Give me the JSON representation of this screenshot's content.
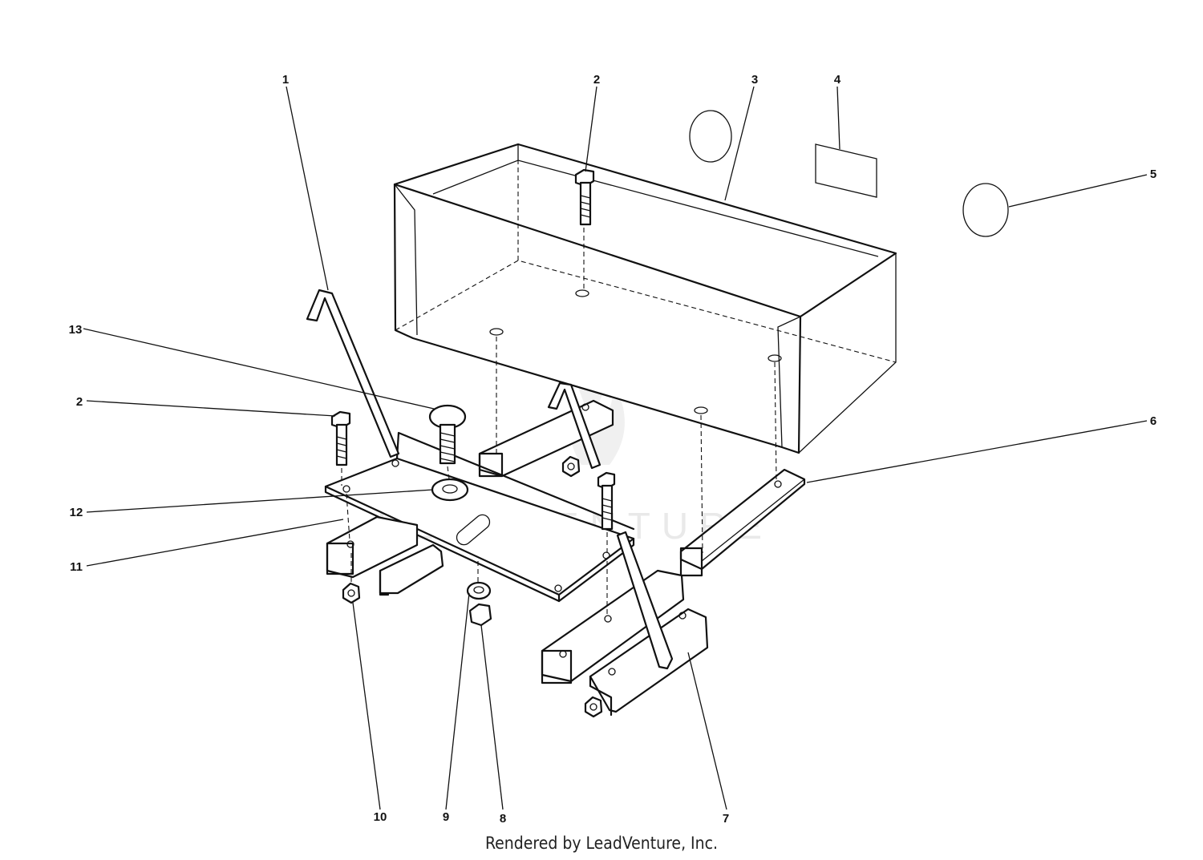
{
  "callouts": [
    {
      "id": "1",
      "label": "1"
    },
    {
      "id": "2a",
      "label": "2"
    },
    {
      "id": "3",
      "label": "3"
    },
    {
      "id": "4",
      "label": "4"
    },
    {
      "id": "5",
      "label": "5"
    },
    {
      "id": "13",
      "label": "13"
    },
    {
      "id": "2b",
      "label": "2"
    },
    {
      "id": "6",
      "label": "6"
    },
    {
      "id": "12",
      "label": "12"
    },
    {
      "id": "11",
      "label": "11"
    },
    {
      "id": "10",
      "label": "10"
    },
    {
      "id": "9",
      "label": "9"
    },
    {
      "id": "8",
      "label": "8"
    },
    {
      "id": "7",
      "label": "7"
    }
  ],
  "watermark": {
    "text": "LEADVENTURE"
  },
  "footer": {
    "text": "Rendered by LeadVenture, Inc."
  }
}
